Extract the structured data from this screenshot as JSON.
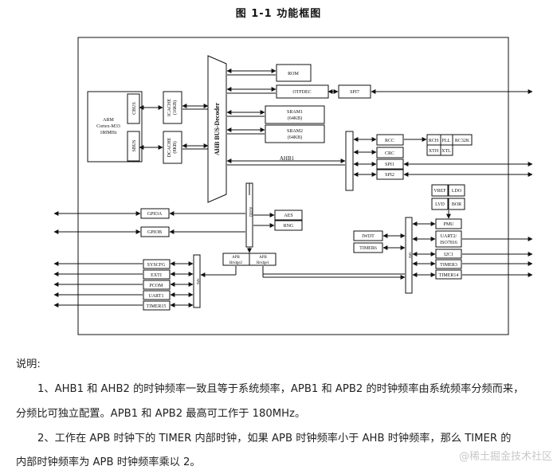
{
  "figure": {
    "title": "图 1-1 功能框图",
    "cpu": {
      "name": "ARM",
      "model": "Cortex-M33",
      "freq": "180MHz",
      "cbus": "CBUS",
      "sbus": "SBUS"
    },
    "icache": {
      "name": "ICACHE",
      "size": "(16KB)"
    },
    "dcache": {
      "name": "DCACHE",
      "size": "(8KB)"
    },
    "ahb_decoder": "AHB BUS-Decoder",
    "rom": "ROM",
    "otfdec": "OTFDEC",
    "spi7": "SPI7",
    "sram1": {
      "name": "SRAM1",
      "size": "(64KB)"
    },
    "sram2": {
      "name": "SRAM2",
      "size": "(64KB)"
    },
    "ahb1": "AHB1",
    "ahb2": "AHB2",
    "rcc": "RCC",
    "crc": "CRC",
    "spi1": "SPI1",
    "spi2": "SPI2",
    "rch": "RCH",
    "pll": "PLL",
    "rc32k": "RC32K",
    "xth": "XTH",
    "xtl": "XTL",
    "vref": "VREF",
    "ldo": "LDO",
    "lvd": "LVD",
    "bor": "BOR",
    "pmu": "PMU",
    "uart2": "UART2/",
    "iso7816": "ISO7816",
    "i2c1": "I2C1",
    "timer3": "TIMER3",
    "timer14": "TIMER14",
    "iwdt": "IWDT",
    "timer6": "TIMER6",
    "gpioa": "GPIOA",
    "gpiob": "GPIOB",
    "aes": "AES",
    "rng": "RNG",
    "apb": "APB",
    "apb_bridge2": {
      "name": "APB",
      "sub": "Bridge2"
    },
    "apb_bridge1": {
      "name": "APB",
      "sub": "Bridge1"
    },
    "syscfg": "SYSCFG",
    "exti": "EXTI",
    "pcom": "PCOM",
    "uart1": "UART1",
    "timer15": "TIMER15"
  },
  "text": {
    "label": "说明:",
    "p1_line1": "1、AHB1 和 AHB2 的时钟频率一致且等于系统频率，APB1 和 APB2 的时钟频率由系统频率分频而来，",
    "p1_line2": "分频比可独立配置。APB1 和 APB2 最高可工作于 180MHz。",
    "p2_line1": "2、工作在 APB 时钟下的 TIMER 内部时钟，如果 APB 时钟频率小于 AHB 时钟频率，那么 TIMER 的",
    "p2_line2": "内部时钟频率为 APB 时钟频率乘以 2。"
  },
  "watermark": "@稀土掘金技术社区"
}
